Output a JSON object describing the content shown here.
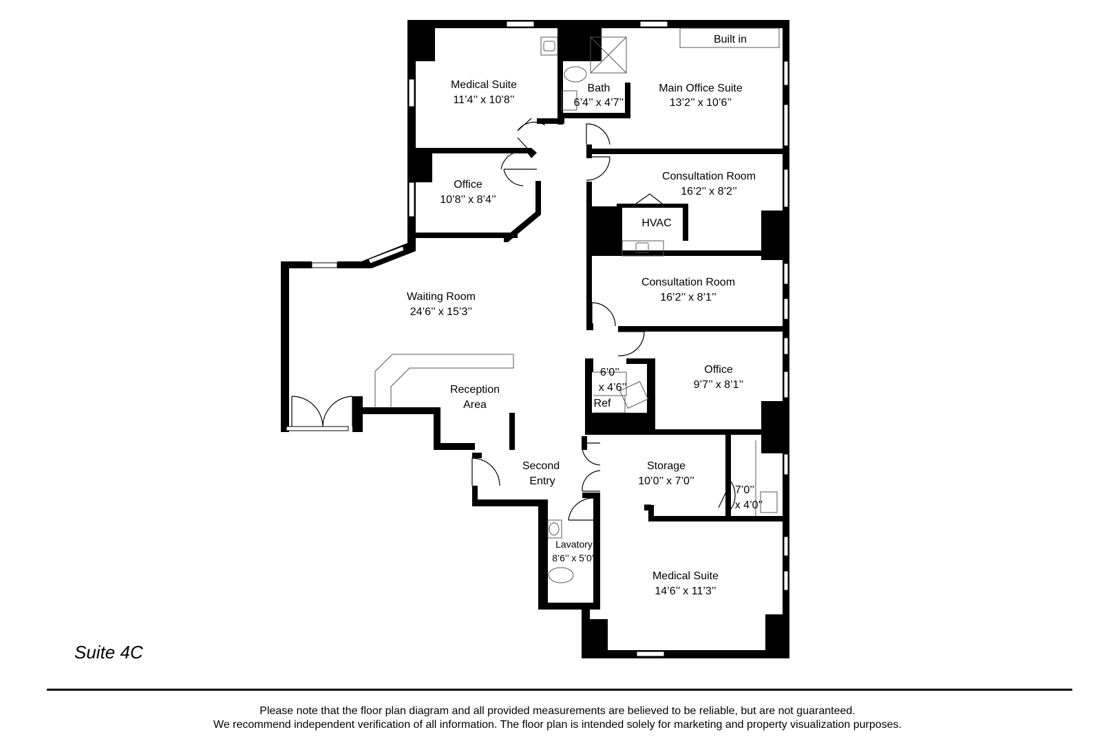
{
  "title": "Suite 4C",
  "rooms": [
    {
      "name": "Medical Suite",
      "dims": "11’4’’ x 10’8’’"
    },
    {
      "name": "Bath",
      "dims": "6’4’’ x 4’7’’"
    },
    {
      "name": "Main Office Suite",
      "dims": "13’2’’ x 10’6’’"
    },
    {
      "name": "Built in"
    },
    {
      "name": "Office",
      "dims": "10’8’’ x 8’4’’"
    },
    {
      "name": "Consultation Room",
      "dims": "16’2’’ x 8’2’’"
    },
    {
      "name": "HVAC"
    },
    {
      "name": "Consultation Room",
      "dims": "16’2’’ x 8’1’’"
    },
    {
      "name": "Waiting Room",
      "dims": "24’6’’ x 15’3’’"
    },
    {
      "name": "Reception",
      "name2": "Area"
    },
    {
      "name": "6’0’’",
      "dims": "x 4’6’’"
    },
    {
      "name": "Ref"
    },
    {
      "name": "Office",
      "dims": "9’7’’ x 8’1’’"
    },
    {
      "name": "Second",
      "name2": "Entry"
    },
    {
      "name": "Storage",
      "dims": "10’0’’ x 7’0’’"
    },
    {
      "name": "7’0’’",
      "dims": "x 4’0’’"
    },
    {
      "name": "Lavatory",
      "dims": "8’6’’ x 5’0’’"
    },
    {
      "name": "Medical Suite",
      "dims": "14’6’’ x 11’3’’"
    }
  ],
  "disclaimer": {
    "line1": "Please note that the floor plan diagram and all provided measurements are believed to be reliable, but are not guaranteed.",
    "line2": "We recommend independent verification of all information. The floor plan is intended solely for marketing and property visualization purposes."
  }
}
